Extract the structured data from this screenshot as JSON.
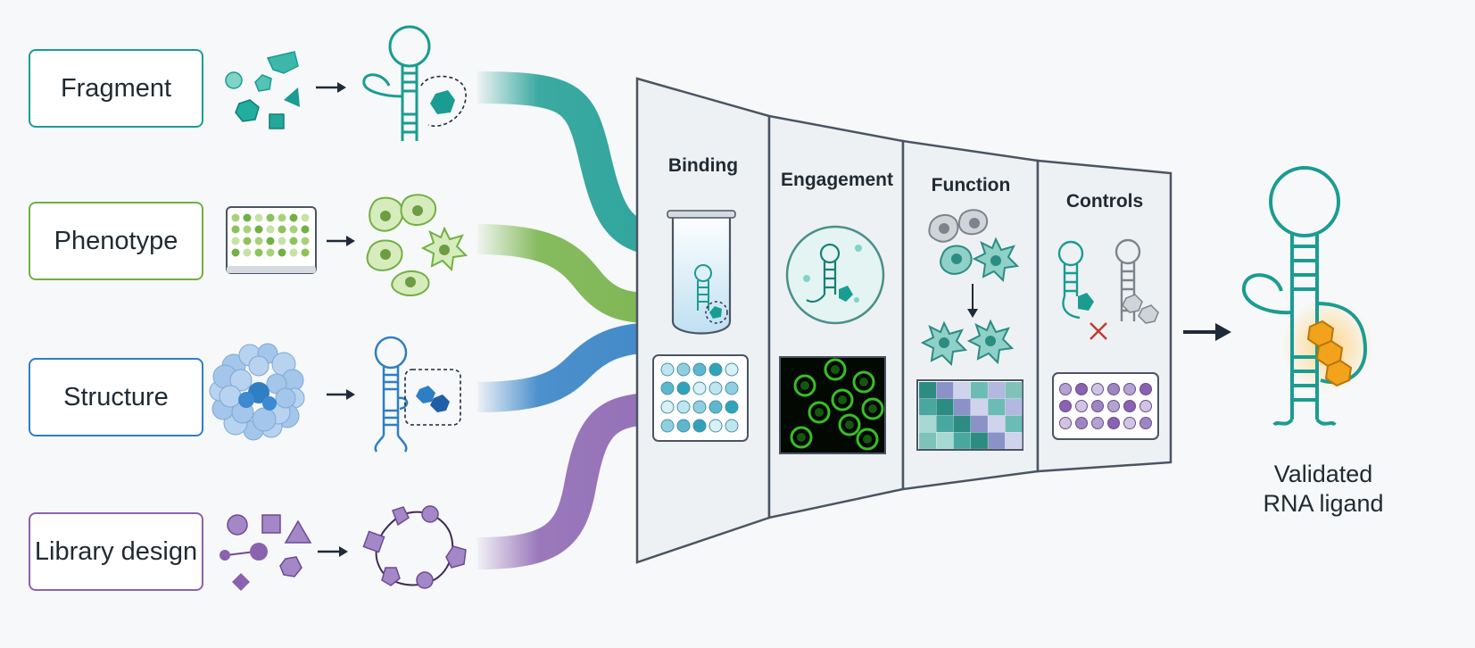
{
  "colors": {
    "fragment": "#1a9c92",
    "phenotype": "#72b043",
    "structure": "#2e7ec4",
    "library": "#8a62b0",
    "accent_out": "#f2a21b",
    "panel_fill": "#eef1f4",
    "panel_stroke": "#4a5563",
    "arrow": "#1f2a38"
  },
  "approaches": [
    {
      "label": "Fragment",
      "color_key": "fragment"
    },
    {
      "label": "Phenotype",
      "color_key": "phenotype"
    },
    {
      "label": "Structure",
      "color_key": "structure"
    },
    {
      "label": "Library design",
      "color_key": "library"
    }
  ],
  "stages": [
    {
      "title": "Binding"
    },
    {
      "title": "Engagement"
    },
    {
      "title": "Function"
    },
    {
      "title": "Controls"
    }
  ],
  "output": {
    "line1": "Validated",
    "line2": "RNA ligand"
  },
  "icons": {
    "fragment_inputs": "fragment-shapes-icon",
    "phenotype_inputs": "well-plate-icon",
    "structure_inputs": "protein-surface-icon",
    "library_inputs": "building-block-shapes-icon",
    "rna": "rna-hairpin-icon",
    "tube": "test-tube-icon",
    "cell": "cell-icon",
    "microscopy": "fluorescence-image-icon",
    "heatmap": "heatmap-grid-icon",
    "cross": "cross-mark-icon",
    "arrow": "arrow-right-icon"
  }
}
